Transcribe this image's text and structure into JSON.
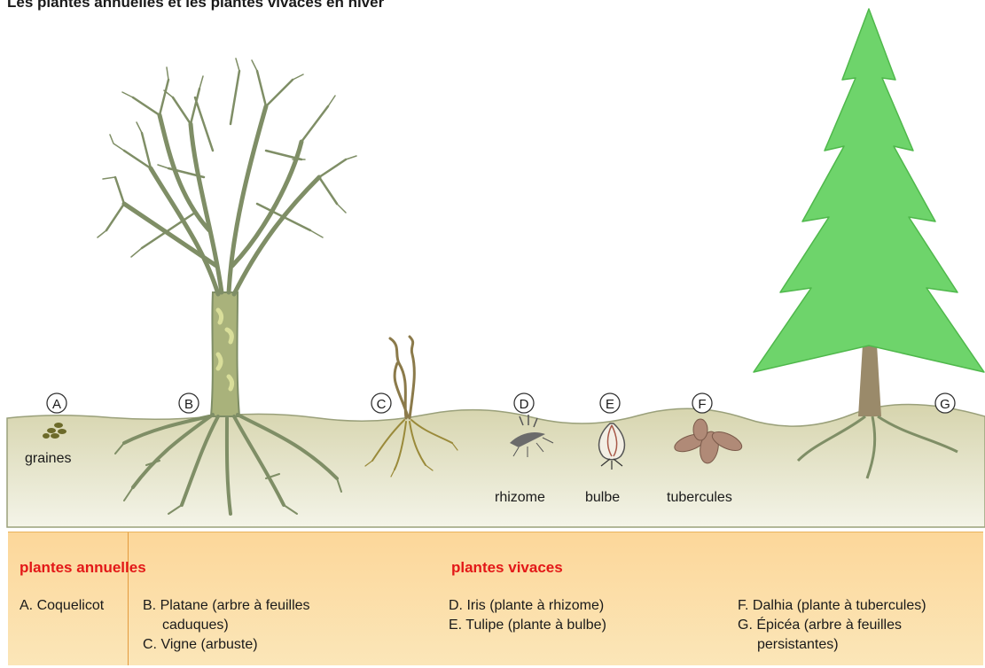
{
  "title": "Les plantes annuelles et les plantes vivaces en hiver",
  "markers": [
    "A",
    "B",
    "C",
    "D",
    "E",
    "F",
    "G"
  ],
  "organ_labels": {
    "seeds": "graines",
    "rhizome": "rhizome",
    "bulb": "bulbe",
    "tubers": "tubercules"
  },
  "legend": {
    "annuals": {
      "heading": "plantes annuelles",
      "items": [
        "A. Coquelicot"
      ]
    },
    "perennials": {
      "heading": "plantes vivaces",
      "items": [
        {
          "line1": "B. Platane (arbre à feuilles",
          "line2": "caduques)"
        },
        {
          "line1": "C. Vigne (arbuste)"
        },
        {
          "line1": "D. Iris (plante à rhizome)"
        },
        {
          "line1": "E. Tulipe (plante à bulbe)"
        },
        {
          "line1": "F. Dalhia (plante à tubercules)"
        },
        {
          "line1": "G. Épicéa (arbre à feuilles",
          "line2": "persistantes)"
        }
      ]
    }
  },
  "colors": {
    "heading": "#e31818",
    "soil_top": "#d9d7b3",
    "soil_bottom": "#f2f2e4",
    "trunk": "#8a9a70",
    "conifer": "#6ed46b",
    "tuber": "#b08a77"
  }
}
